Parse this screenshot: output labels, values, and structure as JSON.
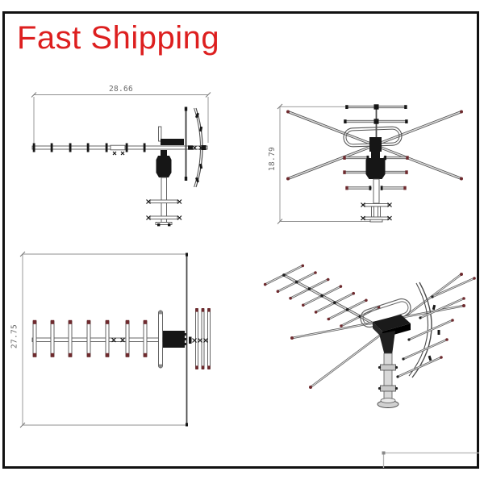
{
  "banner": {
    "text": "Fast Shipping"
  },
  "drawings": {
    "side_view": {
      "dimension_label": "28.66"
    },
    "front_view": {
      "dimension_label": "18.79"
    },
    "top_view": {
      "dimension_label": "27.75"
    },
    "perspective_view": {
      "description": "3d-antenna-render"
    }
  },
  "colors": {
    "banner_red": "#dd1f1f",
    "frame_black": "#111111",
    "drawing_line_gray": "#555555",
    "dimension_gray": "#8a8a8a",
    "element_tip_maroon": "#6e2a2e"
  }
}
